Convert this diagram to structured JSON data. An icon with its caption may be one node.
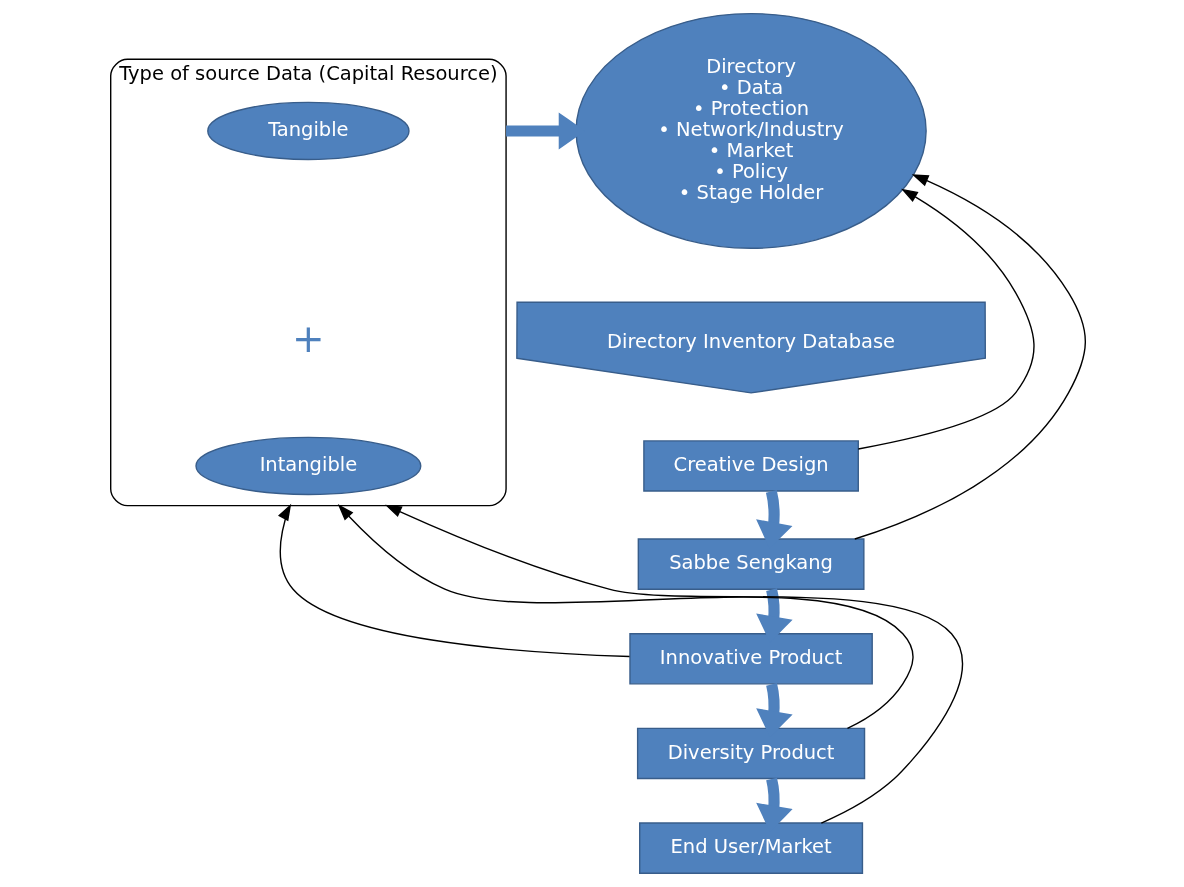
{
  "diagram": {
    "nodes": [
      {
        "text": [
          "Type of source Data (Capital Resource)"
        ]
      },
      {
        "text": [
          "Tangible"
        ],
        "in": 0
      },
      {
        "text": [
          "Intangible"
        ],
        "in": 0
      },
      {
        "text": [
          "Directory",
          "• Data",
          "• Protection",
          "• Network/Industry",
          "• Market",
          "• Policy",
          "• Stage Holder"
        ]
      },
      {
        "text": [
          "Directory Inventory Database"
        ]
      },
      {
        "text": [
          "Creative Design"
        ]
      },
      {
        "text": [
          "Sabbe Sengkang"
        ]
      },
      {
        "text": [
          "Innovative Product"
        ]
      },
      {
        "text": [
          "Diversity Product"
        ]
      },
      {
        "text": [
          "End User/Market"
        ]
      }
    ],
    "edges": [
      {
        "from": 0,
        "to": 3,
        "arrow": "to",
        "style": "thick",
        "color": "#4f81bd"
      },
      {
        "from": 5,
        "to": 6,
        "arrow": "to",
        "style": "thick",
        "color": "#4f81bd"
      },
      {
        "from": 6,
        "to": 7,
        "arrow": "to",
        "style": "thick",
        "color": "#4f81bd"
      },
      {
        "from": 7,
        "to": 8,
        "arrow": "to",
        "style": "thick",
        "color": "#4f81bd"
      },
      {
        "from": 8,
        "to": 9,
        "arrow": "to",
        "style": "thick",
        "color": "#4f81bd"
      },
      {
        "from": 5,
        "to": 3,
        "arrow": "to",
        "color": "#000000"
      },
      {
        "from": 6,
        "to": 3,
        "arrow": "to",
        "color": "#000000"
      },
      {
        "from": 7,
        "to": 0,
        "arrow": "to",
        "color": "#000000"
      },
      {
        "from": 8,
        "to": 0,
        "arrow": "to",
        "color": "#000000"
      },
      {
        "from": 9,
        "to": 0,
        "arrow": "to",
        "color": "#000000"
      }
    ],
    "labels": [
      "+"
    ]
  }
}
